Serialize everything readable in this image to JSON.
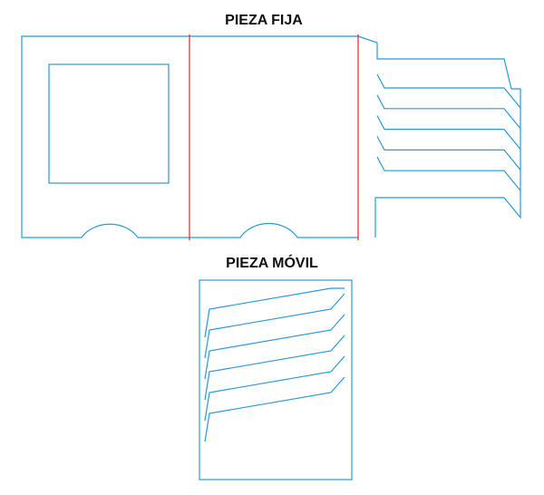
{
  "titles": {
    "fixed_piece": "PIEZA FIJA",
    "moving_piece": "PIEZA MÓVIL"
  },
  "colors": {
    "outline": "#2a9ad6",
    "fold_line": "#e8202a",
    "text": "#111111"
  },
  "moving_piece": {
    "slat_count": 6
  },
  "fixed_piece": {
    "slot_count": 5
  }
}
